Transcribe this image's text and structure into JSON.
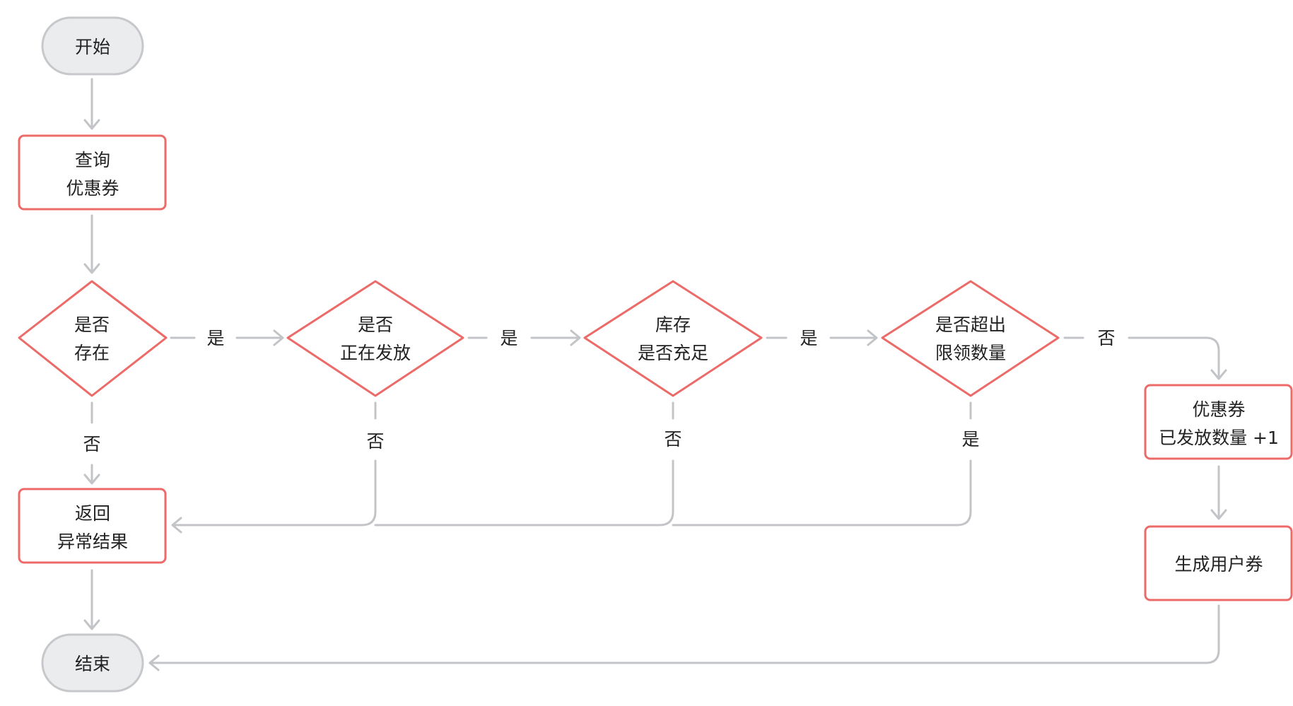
{
  "nodes": {
    "start": {
      "lines": [
        "开始"
      ]
    },
    "query_coupon": {
      "lines": [
        "查询",
        "优惠券"
      ]
    },
    "exists": {
      "lines": [
        "是否",
        "存在"
      ]
    },
    "issuing": {
      "lines": [
        "是否",
        "正在发放"
      ]
    },
    "stock": {
      "lines": [
        "库存",
        "是否充足"
      ]
    },
    "over_limit": {
      "lines": [
        "是否超出",
        "限领数量"
      ]
    },
    "increment": {
      "lines": [
        "优惠券",
        "已发放数量 +1"
      ]
    },
    "create_user_coupon": {
      "lines": [
        "生成用户券"
      ]
    },
    "return_error": {
      "lines": [
        "返回",
        "异常结果"
      ]
    },
    "end": {
      "lines": [
        "结束"
      ]
    }
  },
  "edge_labels": {
    "exists_yes": "是",
    "exists_no": "否",
    "issuing_yes": "是",
    "issuing_no": "否",
    "stock_yes": "是",
    "stock_no": "否",
    "over_limit_no": "否",
    "over_limit_yes": "是"
  },
  "colors": {
    "accent_border": "#ec6a67",
    "terminal_fill": "#ebecee",
    "terminal_border": "#c7c8cb",
    "connector": "#c3c4c7",
    "text": "#222222"
  }
}
